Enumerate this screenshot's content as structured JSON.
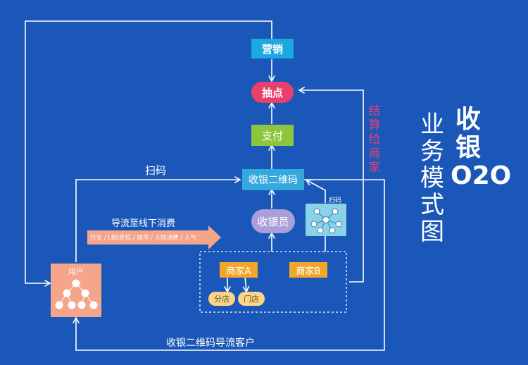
{
  "nodes": {
    "marketing": "营销",
    "lottery": "抽点",
    "payment": "支付",
    "cashier_qr": "收银二维码",
    "cashier": "收银员",
    "merchant_a": "商家A",
    "merchant_b": "商家B",
    "branch_store": "分店",
    "shop_store": "门店",
    "user": "用户"
  },
  "labels": {
    "scan": "扫码",
    "scan_small": "扫码",
    "guide_offline": "导流至线下消费",
    "attributes": "行业 / LBS定位 / 城市 / 人均消费 / 人气",
    "guide_customers": "收银二维码导流客户",
    "settle_to_merchant": "结算给商家"
  },
  "title": {
    "main": "收银 O2O",
    "sub": "业务模式图"
  },
  "colors": {
    "background": "#1a57b8",
    "marketing": "#1ea8e0",
    "lottery": "#e8406a",
    "payment": "#8cc63f",
    "cashier_qr": "#35a9dc",
    "cashier": "#a99fdb",
    "merchant": "#f4a62a",
    "store": "#f9d48a",
    "user": "#f4a58a",
    "qr_panel": "#8ad3e6",
    "settle_text": "#e8407a"
  }
}
